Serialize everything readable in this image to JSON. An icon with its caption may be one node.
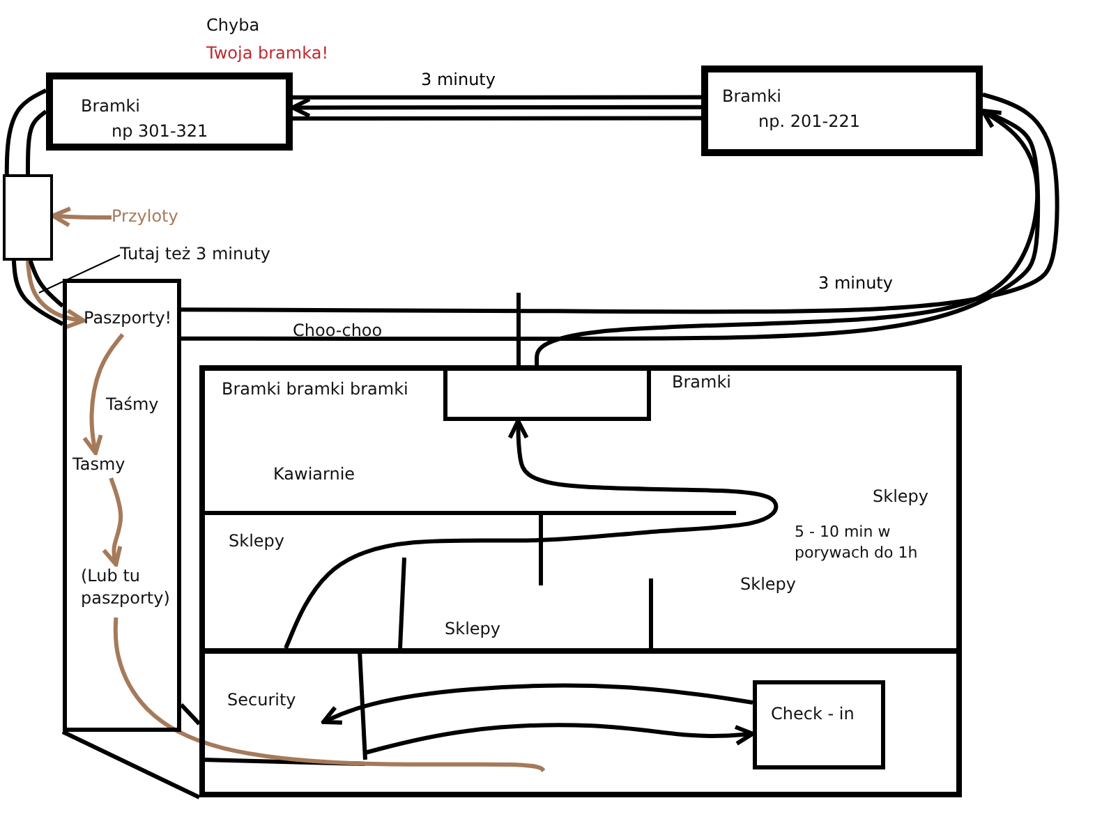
{
  "diagram": {
    "nodes": [
      {
        "text": [
          "Bramki",
          "np 301-321"
        ]
      },
      {
        "text": [
          "Bramki",
          "np. 201-221"
        ]
      },
      {
        "text": [],
        "shape": "box"
      },
      {
        "text": [
          "Przyloty"
        ]
      },
      {
        "text": [
          "Tutaj też 3 minuty"
        ]
      },
      {
        "text": [],
        "shape": "box"
      },
      {
        "text": [
          "Paszporty!"
        ],
        "in": 5
      },
      {
        "text": [
          "Taśmy"
        ],
        "in": 5
      },
      {
        "text": [
          "Tasmy"
        ],
        "in": 5
      },
      {
        "text": [
          "(Lub tu paszporty)"
        ],
        "in": 5
      },
      {
        "text": [],
        "shape": "box"
      },
      {
        "text": [],
        "shape": "box",
        "in": 10
      },
      {
        "text": [
          "Check - in"
        ],
        "in": 10
      }
    ],
    "edges": [
      {
        "from": 1,
        "to": 0,
        "arrow": "to",
        "label": "3 minuty"
      },
      {
        "from": 11,
        "to": 1,
        "arrow": "to",
        "label": "3 minuty"
      },
      {
        "from": 3,
        "to": 2,
        "arrow": "to",
        "color": "#a57a5a"
      },
      {
        "from": 2,
        "to": 6,
        "arrow": "to",
        "color": "#a57a5a"
      },
      {
        "from": 6,
        "to": 8,
        "arrow": "to",
        "color": "#a57a5a"
      },
      {
        "from": 8,
        "to": 9,
        "arrow": "to",
        "color": "#a57a5a"
      },
      {
        "from": 9,
        "to": null,
        "arrow": "none",
        "color": "#a57a5a"
      },
      {
        "from": 4,
        "to": null,
        "arrow": "none"
      },
      {
        "from": null,
        "to": 12,
        "arrow": "to"
      },
      {
        "from": 12,
        "to": null,
        "arrow": "to"
      },
      {
        "from": null,
        "to": 11,
        "arrow": "to"
      },
      {
        "from": 0,
        "to": 1,
        "arrow": "none"
      },
      {
        "from": 0,
        "to": 1,
        "arrow": "none"
      },
      {
        "from": 1,
        "to": 5,
        "arrow": "none"
      },
      {
        "from": 1,
        "to": 5,
        "arrow": "none"
      },
      {
        "from": 0,
        "to": 2,
        "arrow": "none"
      },
      {
        "from": 0,
        "to": 2,
        "arrow": "none"
      },
      {
        "from": 2,
        "to": 5,
        "arrow": "none"
      },
      {
        "from": 2,
        "to": 5,
        "arrow": "none"
      },
      {
        "from": 5,
        "to": 10,
        "arrow": "none"
      },
      {
        "from": 5,
        "to": 10,
        "arrow": "none"
      }
    ],
    "labels": [
      "Chyba",
      "Twoja bramka!",
      "Choo-choo",
      "Bramki bramki bramki",
      "Bramki",
      "Kawiarnie",
      "Sklepy",
      "Sklepy",
      "5 - 10 min w porywach do 1h",
      "Sklepy",
      "Sklepy",
      "Security"
    ]
  }
}
